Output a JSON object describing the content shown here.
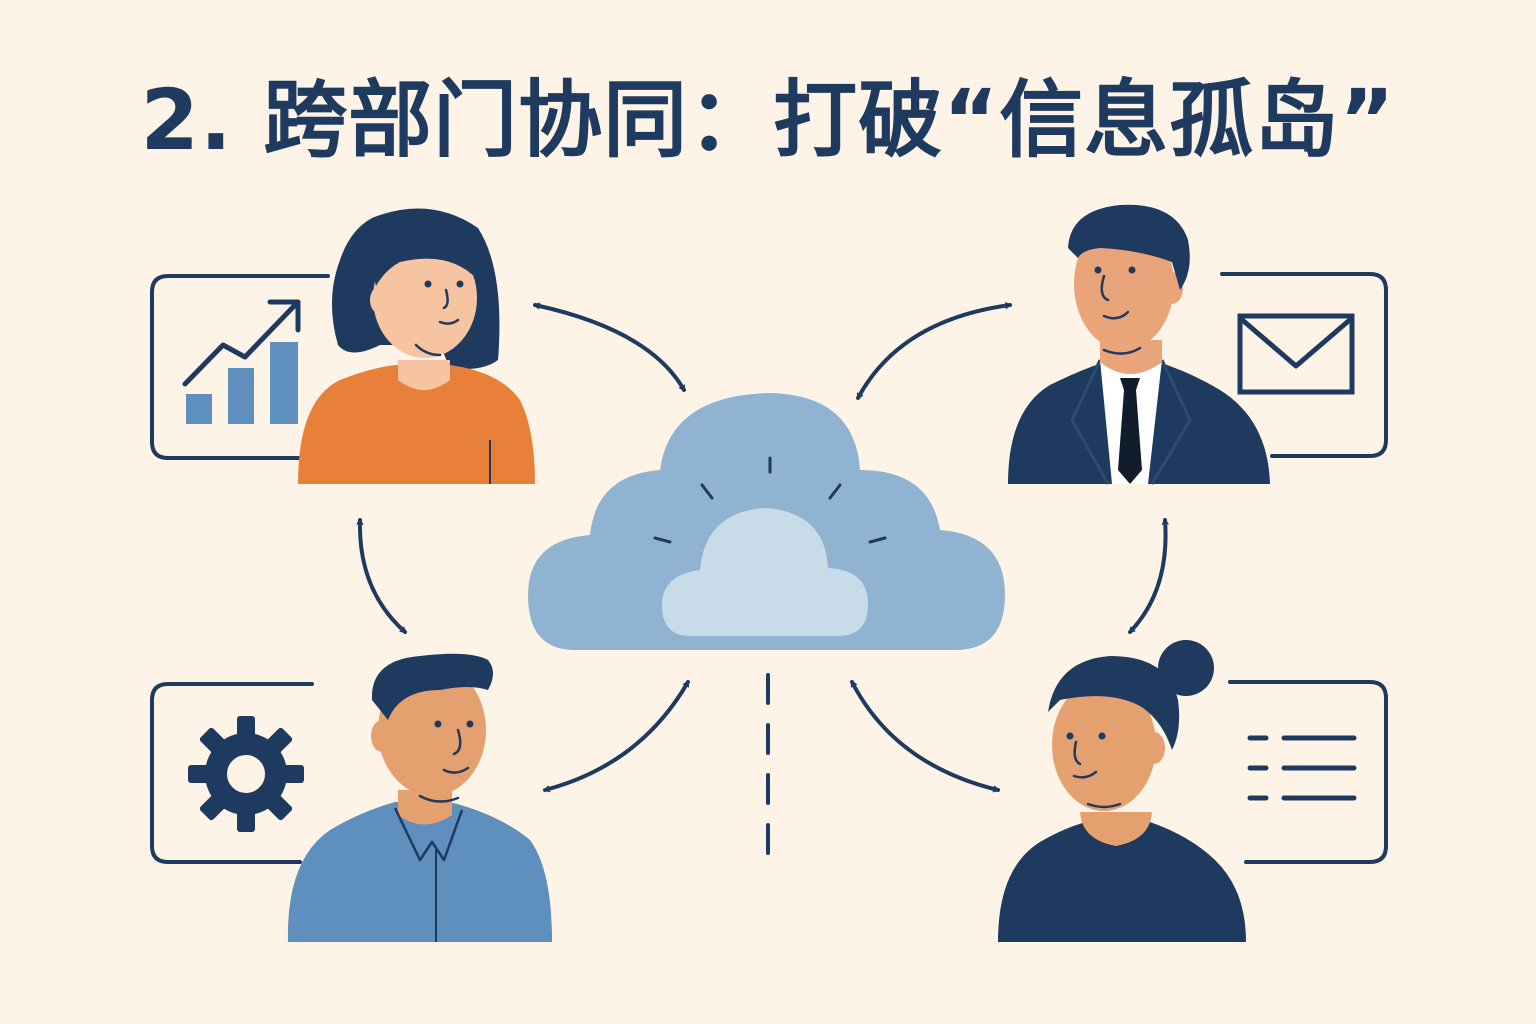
{
  "diagram": {
    "title": "2. 跨部门协同：打破“信息孤岛”",
    "hub": {
      "icon": "cloud-icon"
    },
    "departments": [
      {
        "position": "top-left",
        "person": "woman-orange-shirt",
        "card_icon": "bar-chart-icon"
      },
      {
        "position": "top-right",
        "person": "man-suit-tie",
        "card_icon": "envelope-icon"
      },
      {
        "position": "bottom-left",
        "person": "man-blue-shirt",
        "card_icon": "gear-icon"
      },
      {
        "position": "bottom-right",
        "person": "woman-hair-bun",
        "card_icon": "list-document-icon"
      }
    ],
    "connectors": "double-headed-arrow-icon",
    "colors": {
      "background": "#fdf4e7",
      "navy": "#1f3a5f",
      "cloud_outer": "#8fb3d0",
      "cloud_inner": "#c8dbe8",
      "orange": "#e9803a",
      "shirt_blue": "#5f8fbd",
      "skin": "#f6c4a0",
      "skin_tan": "#e5a070"
    }
  }
}
